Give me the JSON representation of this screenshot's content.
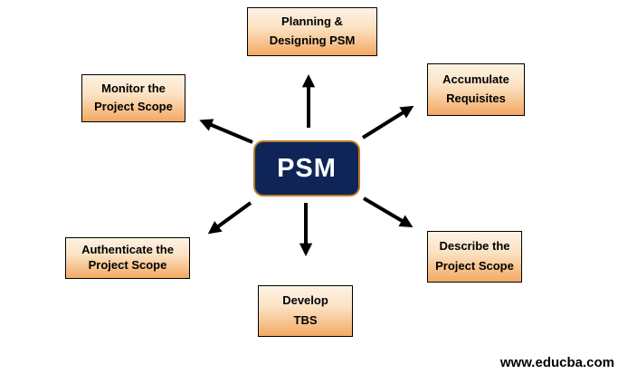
{
  "diagram": {
    "title_hint": "PSM process diagram",
    "center": {
      "id": "psm",
      "label": "PSM"
    },
    "nodes": [
      {
        "id": "planning",
        "lines": [
          "Planning &",
          "Designing PSM"
        ]
      },
      {
        "id": "accumulate",
        "lines": [
          "Accumulate",
          "Requisites"
        ]
      },
      {
        "id": "monitor",
        "lines": [
          "Monitor the",
          "Project Scope"
        ]
      },
      {
        "id": "authenticate",
        "lines": [
          "Authenticate the",
          "Project Scope"
        ]
      },
      {
        "id": "develop",
        "lines": [
          "Develop",
          "TBS"
        ]
      },
      {
        "id": "describe",
        "lines": [
          "Describe the",
          "Project Scope"
        ]
      }
    ],
    "edges": [
      {
        "from": "psm",
        "to": "planning"
      },
      {
        "from": "psm",
        "to": "accumulate"
      },
      {
        "from": "psm",
        "to": "monitor"
      },
      {
        "from": "psm",
        "to": "authenticate"
      },
      {
        "from": "psm",
        "to": "develop"
      },
      {
        "from": "psm",
        "to": "describe"
      }
    ],
    "colors": {
      "node_gradient_top": "#fdf2e4",
      "node_gradient_bottom": "#f3a963",
      "node_border": "#000000",
      "center_fill": "#0f2557",
      "center_border": "#bd7b2c",
      "center_text": "#ffffff",
      "arrow": "#000000",
      "text": "#000000",
      "background": "#ffffff"
    }
  },
  "footer": {
    "watermark": "www.educba.com"
  }
}
